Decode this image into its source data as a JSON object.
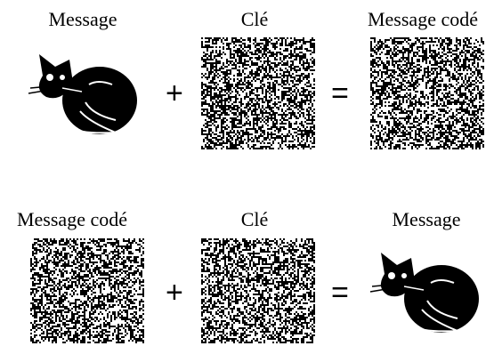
{
  "rows": [
    {
      "labels": [
        "Message",
        "Clé",
        "Message codé"
      ],
      "operators": [
        "+",
        "="
      ]
    },
    {
      "labels": [
        "Message codé",
        "Clé",
        "Message"
      ],
      "operators": [
        "+",
        "="
      ]
    }
  ],
  "colors": {
    "ink": "#000000",
    "paper": "#ffffff"
  },
  "icons": [
    "cat-image",
    "noise-pattern"
  ]
}
